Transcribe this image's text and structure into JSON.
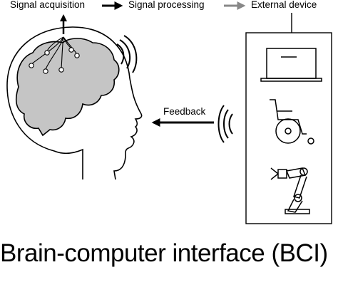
{
  "labels": {
    "signal_acquisition": "Signal acquisition",
    "signal_processing": "Signal processing",
    "external_device": "External device",
    "feedback": "Feedback"
  },
  "title": "Brain-computer interface (BCI)",
  "icons": [
    "head-icon",
    "brain-icon",
    "electrode-icon",
    "wireless-signal-icon",
    "laptop-icon",
    "wheelchair-icon",
    "robotic-arm-icon"
  ]
}
